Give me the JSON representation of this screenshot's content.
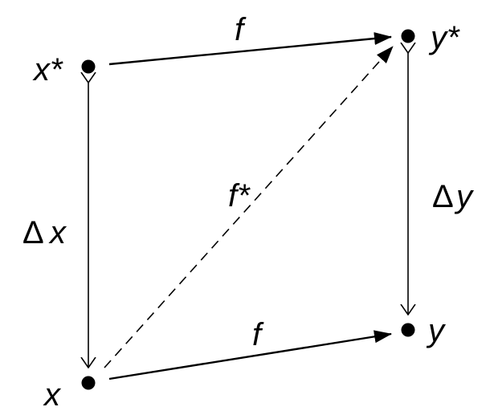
{
  "nodes": {
    "x_star": "x*",
    "y_star": "y*",
    "x": "x",
    "y": "y"
  },
  "edges": {
    "top_f": "f",
    "bottom_f": "f",
    "diagonal": "f*"
  },
  "deltas": {
    "delta_symbol": "Δ",
    "dx_var": "x",
    "dy_var": "y"
  },
  "colors": {
    "ink": "#000000",
    "background": "#ffffff"
  }
}
